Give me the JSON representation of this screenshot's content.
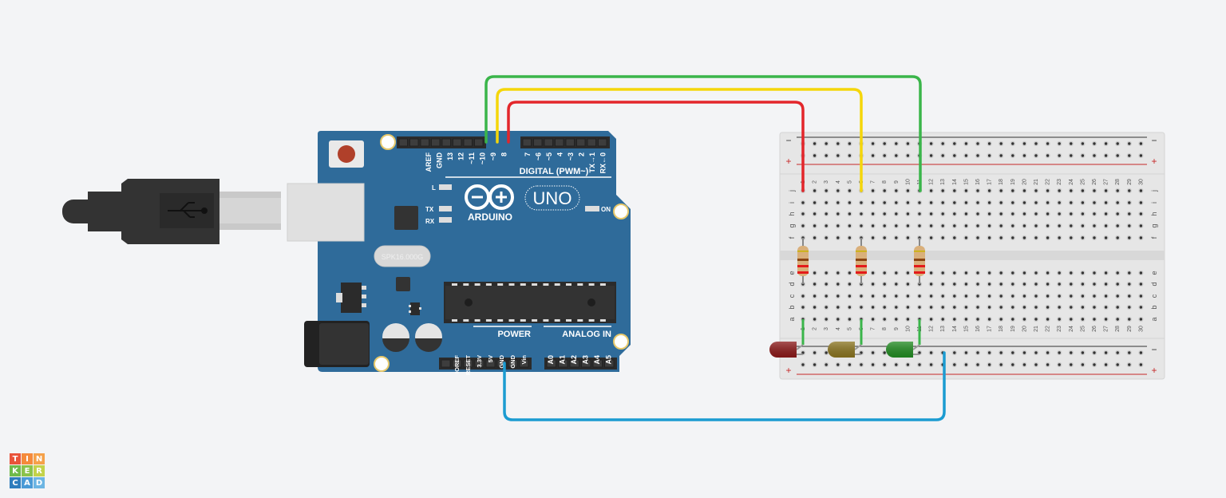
{
  "app": {
    "logo_letters": [
      "T",
      "I",
      "N",
      "K",
      "E",
      "R",
      "C",
      "A",
      "D"
    ],
    "logo_colors": [
      "#e9533b",
      "#f58a3b",
      "#f5a14a",
      "#6fba4a",
      "#8bc34a",
      "#c3d24a",
      "#2e7dbd",
      "#4a9ad6",
      "#6cb5e3"
    ]
  },
  "arduino": {
    "brand": "ARDUINO",
    "model": "UNO",
    "crystal_label": "SPK16.000G",
    "digital_header_label": "DIGITAL (PWM~)",
    "digital_pins_left": [
      "AREF",
      "GND",
      "13",
      "12",
      "~11",
      "~10",
      "~9",
      "8"
    ],
    "digital_pins_right": [
      "7",
      "~6",
      "~5",
      "4",
      "~3",
      "2",
      "TX→1",
      "RX←0"
    ],
    "led_labels": {
      "l": "L",
      "tx": "TX",
      "rx": "RX",
      "on": "ON"
    },
    "power_label": "POWER",
    "analog_label": "ANALOG IN",
    "power_pins": [
      "IOREF",
      "RESET",
      "3.3V",
      "5V",
      "GND",
      "GND",
      "Vin"
    ],
    "analog_pins": [
      "A0",
      "A1",
      "A2",
      "A3",
      "A4",
      "A5"
    ],
    "colors": {
      "board": "#2f6b9a",
      "header": "#2b2b2b",
      "chip": "#333333"
    }
  },
  "usb_cable": {
    "icon": "usb-icon"
  },
  "breadboard": {
    "columns": 30,
    "top_rows": [
      "j",
      "i",
      "h",
      "g",
      "f"
    ],
    "bottom_rows": [
      "e",
      "d",
      "c",
      "b",
      "a"
    ],
    "rail_minus": "−",
    "rail_plus": "+"
  },
  "components": {
    "resistors": [
      {
        "column": 1,
        "bands": [
          "#8b4513",
          "#e31b1b",
          "#e31b1b"
        ]
      },
      {
        "column": 6,
        "bands": [
          "#8b4513",
          "#e31b1b",
          "#e31b1b"
        ]
      },
      {
        "column": 11,
        "bands": [
          "#8b4513",
          "#e31b1b",
          "#e31b1b"
        ]
      }
    ],
    "leds": [
      {
        "color_name": "red",
        "color": "#8b1a1a",
        "column": 1
      },
      {
        "color_name": "yellow",
        "color": "#8a7420",
        "column": 6
      },
      {
        "color_name": "green",
        "color": "#228b22",
        "column": 11
      }
    ]
  },
  "wires": [
    {
      "name": "wire-pin8-red",
      "color": "#e3262b",
      "from": "Pin 8",
      "to": "Column 1 row j"
    },
    {
      "name": "wire-pin9-yellow",
      "color": "#f5d60a",
      "from": "Pin ~9",
      "to": "Column 6 row j"
    },
    {
      "name": "wire-pin10-green",
      "color": "#3ab54a",
      "from": "Pin ~10",
      "to": "Column 11 row j"
    },
    {
      "name": "wire-gnd-blue",
      "color": "#1b9bd1",
      "from": "GND",
      "to": "Negative rail column 13"
    }
  ]
}
